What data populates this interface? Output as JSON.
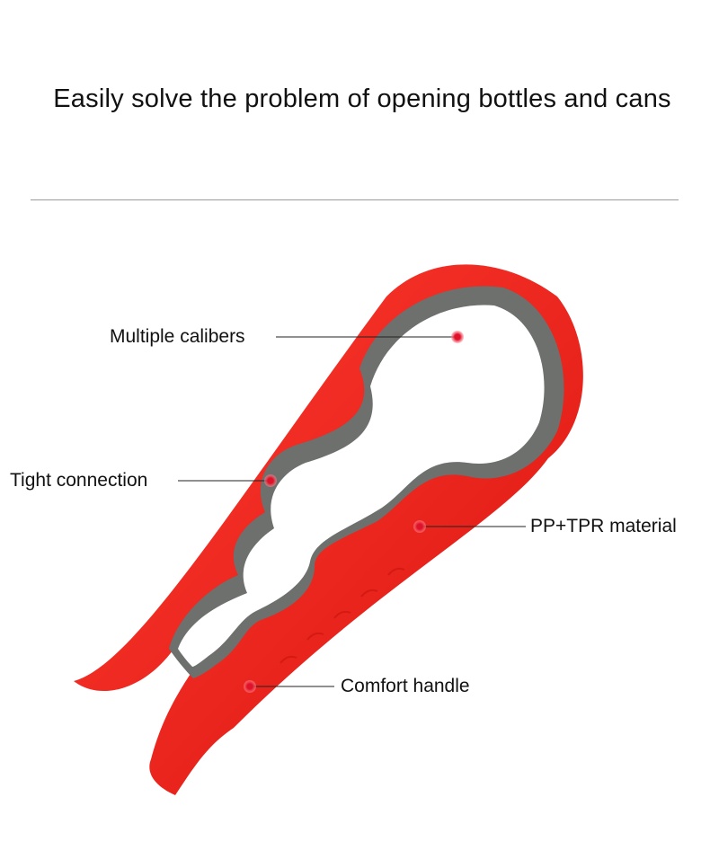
{
  "headline": "Easily solve the problem of opening bottles and cans",
  "callouts": {
    "multiple_calibers": "Multiple calibers",
    "tight_connection": "Tight connection",
    "pp_tpr_material": "PP+TPR material",
    "comfort_handle": "Comfort handle"
  },
  "colors": {
    "body_red": "#f0271f",
    "grip_gray": "#6d706d",
    "marker_red": "#e0122a",
    "leader_line": "#222222"
  }
}
